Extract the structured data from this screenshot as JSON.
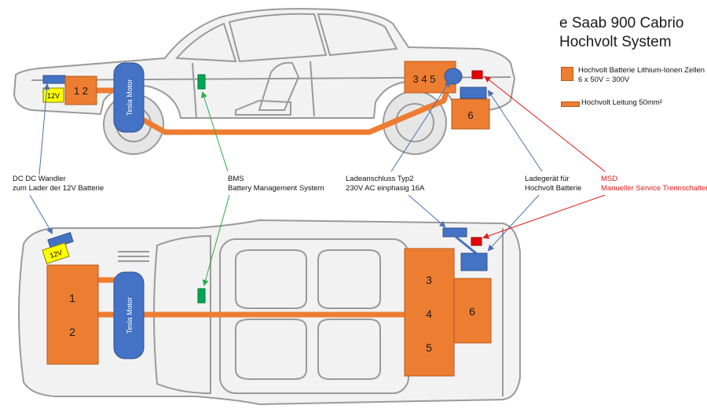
{
  "title": {
    "line1": "e Saab 900 Cabrio",
    "line2": "Hochvolt System"
  },
  "legend": {
    "battery_line1": "Hochvolt Batterie Lithium-Ionen Zellen",
    "battery_line2": "6 x 50V = 300V",
    "cable": "Hochvolt Leitung 50mm²"
  },
  "labels": {
    "dcdc_line1": "DC DC Wandler",
    "dcdc_line2": "zum Lader der 12V Batterie",
    "bms_line1": "BMS",
    "bms_line2": "Battery Management System",
    "charge_port_line1": "Ladeanschluss Typ2",
    "charge_port_line2": "230V AC einphasig 16A",
    "charger_line1": "Ladegerät für",
    "charger_line2": "Hochvolt Batterie",
    "msd_line1": "MSD",
    "msd_line2": "Manueller Service Trennschalter"
  },
  "side_view": {
    "battery12v": "12V",
    "front_pack": "1 2",
    "motor": "Tesla Motor",
    "rear_pack": "3 4 5",
    "pack6": "6"
  },
  "top_view": {
    "battery12v": "12V",
    "cell1": "1",
    "cell2": "2",
    "motor": "Tesla Motor",
    "cell3": "3",
    "cell4": "4",
    "cell5": "5",
    "cell6": "6"
  },
  "colors": {
    "battery": "#ed7d31",
    "component_blue": "#4472c4",
    "bms_green": "#00a651",
    "msd_red": "#e60000",
    "battery12v_yellow": "#ffff00",
    "car_outline": "#a6a6a6"
  }
}
